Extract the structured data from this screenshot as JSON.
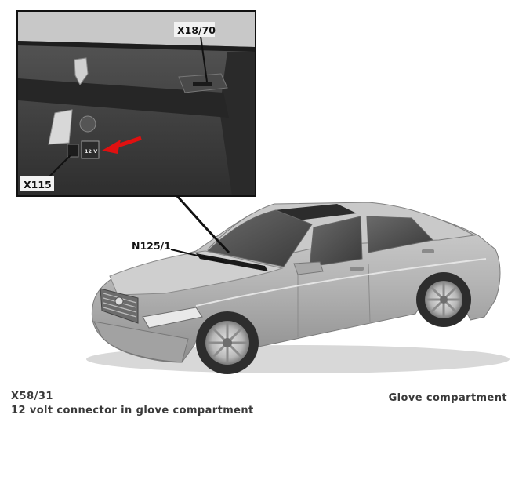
{
  "callouts": {
    "x18_70": "X18/70",
    "x115": "X115",
    "n125_1": "N125/1",
    "socket_label": "12 V"
  },
  "caption": {
    "component_code": "X58/31",
    "component_description": "12 volt connector in glove compartment",
    "location": "Glove compartment"
  },
  "colors": {
    "arrow": "#e01010",
    "car_body": "#b4b4b4",
    "inset_background": "#3c3c3c",
    "caption_text": "#3a3a3a"
  }
}
